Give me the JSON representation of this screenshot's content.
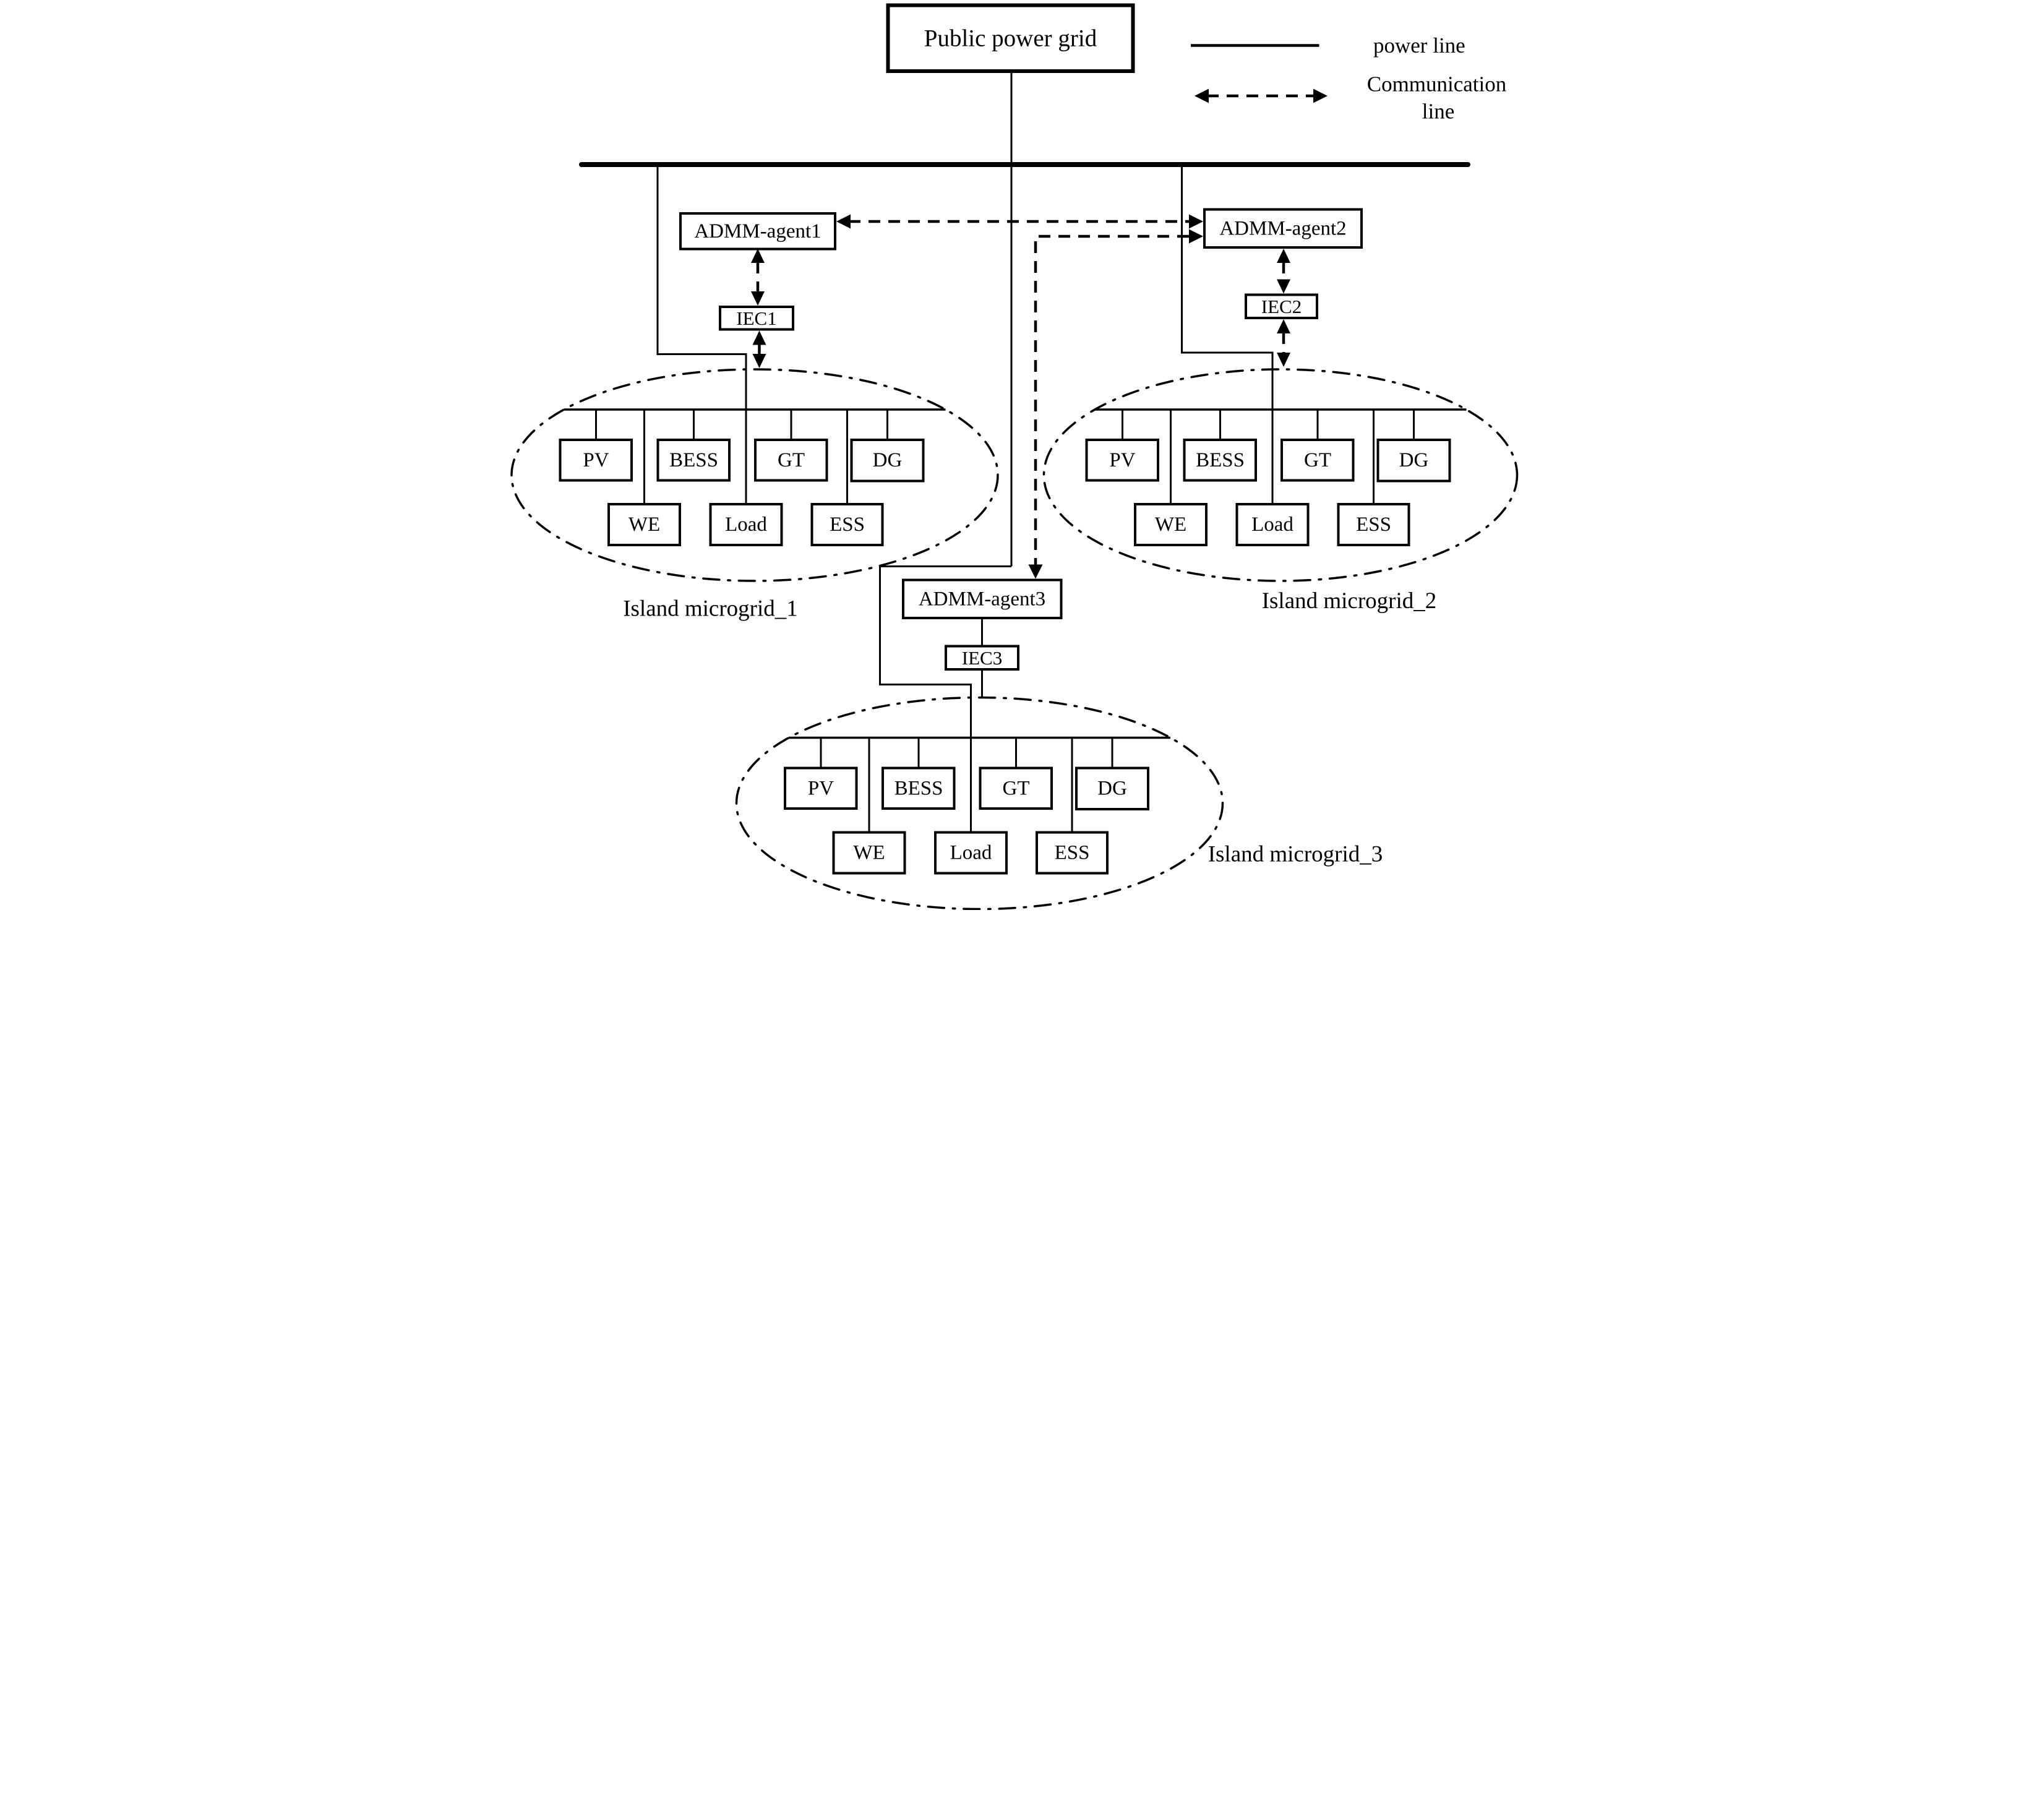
{
  "diagram": {
    "background_color": "#ffffff",
    "ink_color": "#000000",
    "public_grid_label": "Public power grid",
    "legend": {
      "power_line_label": "power line",
      "communication_line_label_line1": "Communication",
      "communication_line_label_line2": "line"
    },
    "agents": {
      "agent1": "ADMM-agent1",
      "agent2": "ADMM-agent2",
      "agent3": "ADMM-agent3"
    },
    "iecs": {
      "iec1": "IEC1",
      "iec2": "IEC2",
      "iec3": "IEC3"
    },
    "microgrids": [
      {
        "label": "Island microgrid_1",
        "components": {
          "pv": "PV",
          "bess": "BESS",
          "gt": "GT",
          "dg": "DG",
          "we": "WE",
          "load": "Load",
          "ess": "ESS"
        }
      },
      {
        "label": "Island microgrid_2",
        "components": {
          "pv": "PV",
          "bess": "BESS",
          "gt": "GT",
          "dg": "DG",
          "we": "WE",
          "load": "Load",
          "ess": "ESS"
        }
      },
      {
        "label": "Island microgrid_3",
        "components": {
          "pv": "PV",
          "bess": "BESS",
          "gt": "GT",
          "dg": "DG",
          "we": "WE",
          "load": "Load",
          "ess": "ESS"
        }
      }
    ]
  }
}
